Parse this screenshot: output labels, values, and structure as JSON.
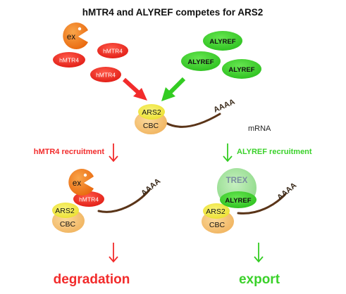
{
  "title": "hMTR4 and ALYREF competes for ARS2",
  "labels": {
    "ex": "ex",
    "hmtr4": "hMTR4",
    "alyref": "ALYREF",
    "ars2": "ARS2",
    "cbc": "CBC",
    "polya": "AAAA",
    "mrna": "mRNA",
    "trex": "TREX",
    "hmtr4_recruitment": "hMTR4 recruitment",
    "alyref_recruitment": "ALYREF recruitment",
    "degradation": "degradation",
    "export": "export"
  },
  "colors": {
    "red": "#f22b2b",
    "dark_red": "#d81818",
    "green": "#33cc22",
    "green_text": "#3ad12a",
    "orange": "#f07a1e",
    "ars2_yellow": "#f2ea44",
    "cbc_peach": "#f6c27a",
    "trex_green": "#9fe29a",
    "trex_text": "#7a8ea0",
    "rna_brown": "#5a3418"
  }
}
